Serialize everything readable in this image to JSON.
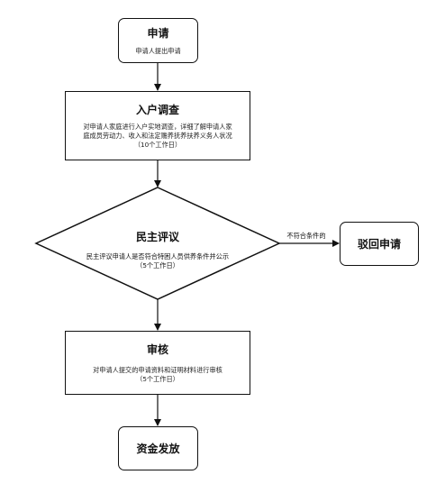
{
  "flowchart": {
    "apply": {
      "title": "申请",
      "desc": "申请人提出申请"
    },
    "survey": {
      "title": "入户调查",
      "desc_lines": [
        "对申请人家庭进行入户实地调查，详细了解申请人家",
        "庭成员劳动力、收入和法定赡养抚养扶养义务人状况"
      ],
      "duration": "（10个工作日）"
    },
    "review_vote": {
      "title": "民主评议",
      "desc": "民主评议申请人是否符合特困人员供养条件并公示",
      "duration": "（5个工作日）"
    },
    "reject": {
      "title": "驳回申请",
      "edge_label": "不符合条件的"
    },
    "audit": {
      "title": "审核",
      "desc": "对申请人提交的申请资料和证明材料进行审核",
      "duration": "（5个工作日）"
    },
    "fund": {
      "title": "资金发放"
    }
  },
  "colors": {
    "stroke": "#111111",
    "fill": "#ffffff"
  }
}
